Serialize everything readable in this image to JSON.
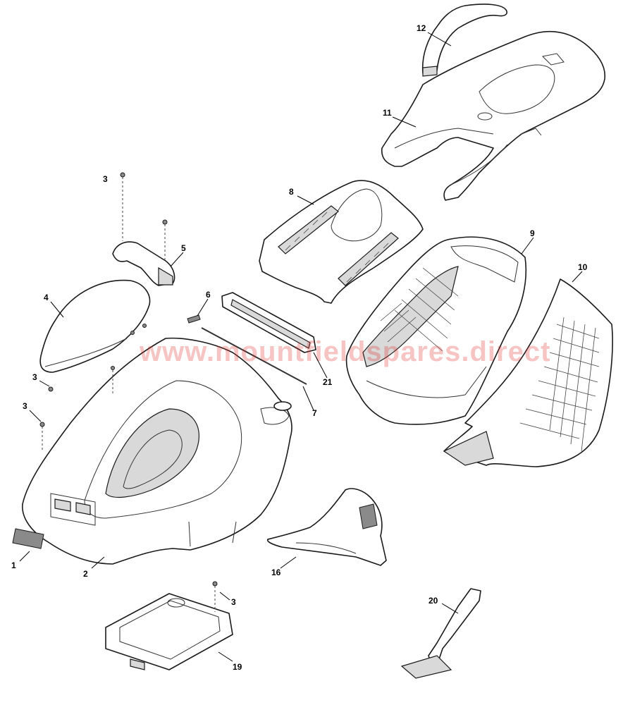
{
  "watermark": "www.mountfieldspares.direct",
  "callouts": {
    "c1": "1",
    "c2": "2",
    "c3a": "3",
    "c3b": "3",
    "c3c": "3",
    "c3d": "3",
    "c4": "4",
    "c5": "5",
    "c6": "6",
    "c7": "7",
    "c8": "8",
    "c9": "9",
    "c10": "10",
    "c11": "11",
    "c12": "12",
    "c16": "16",
    "c19": "19",
    "c20": "20",
    "c21": "21"
  },
  "colors": {
    "line": "#1a1a1a",
    "watermark": "#e22b2b",
    "background": "#ffffff"
  }
}
